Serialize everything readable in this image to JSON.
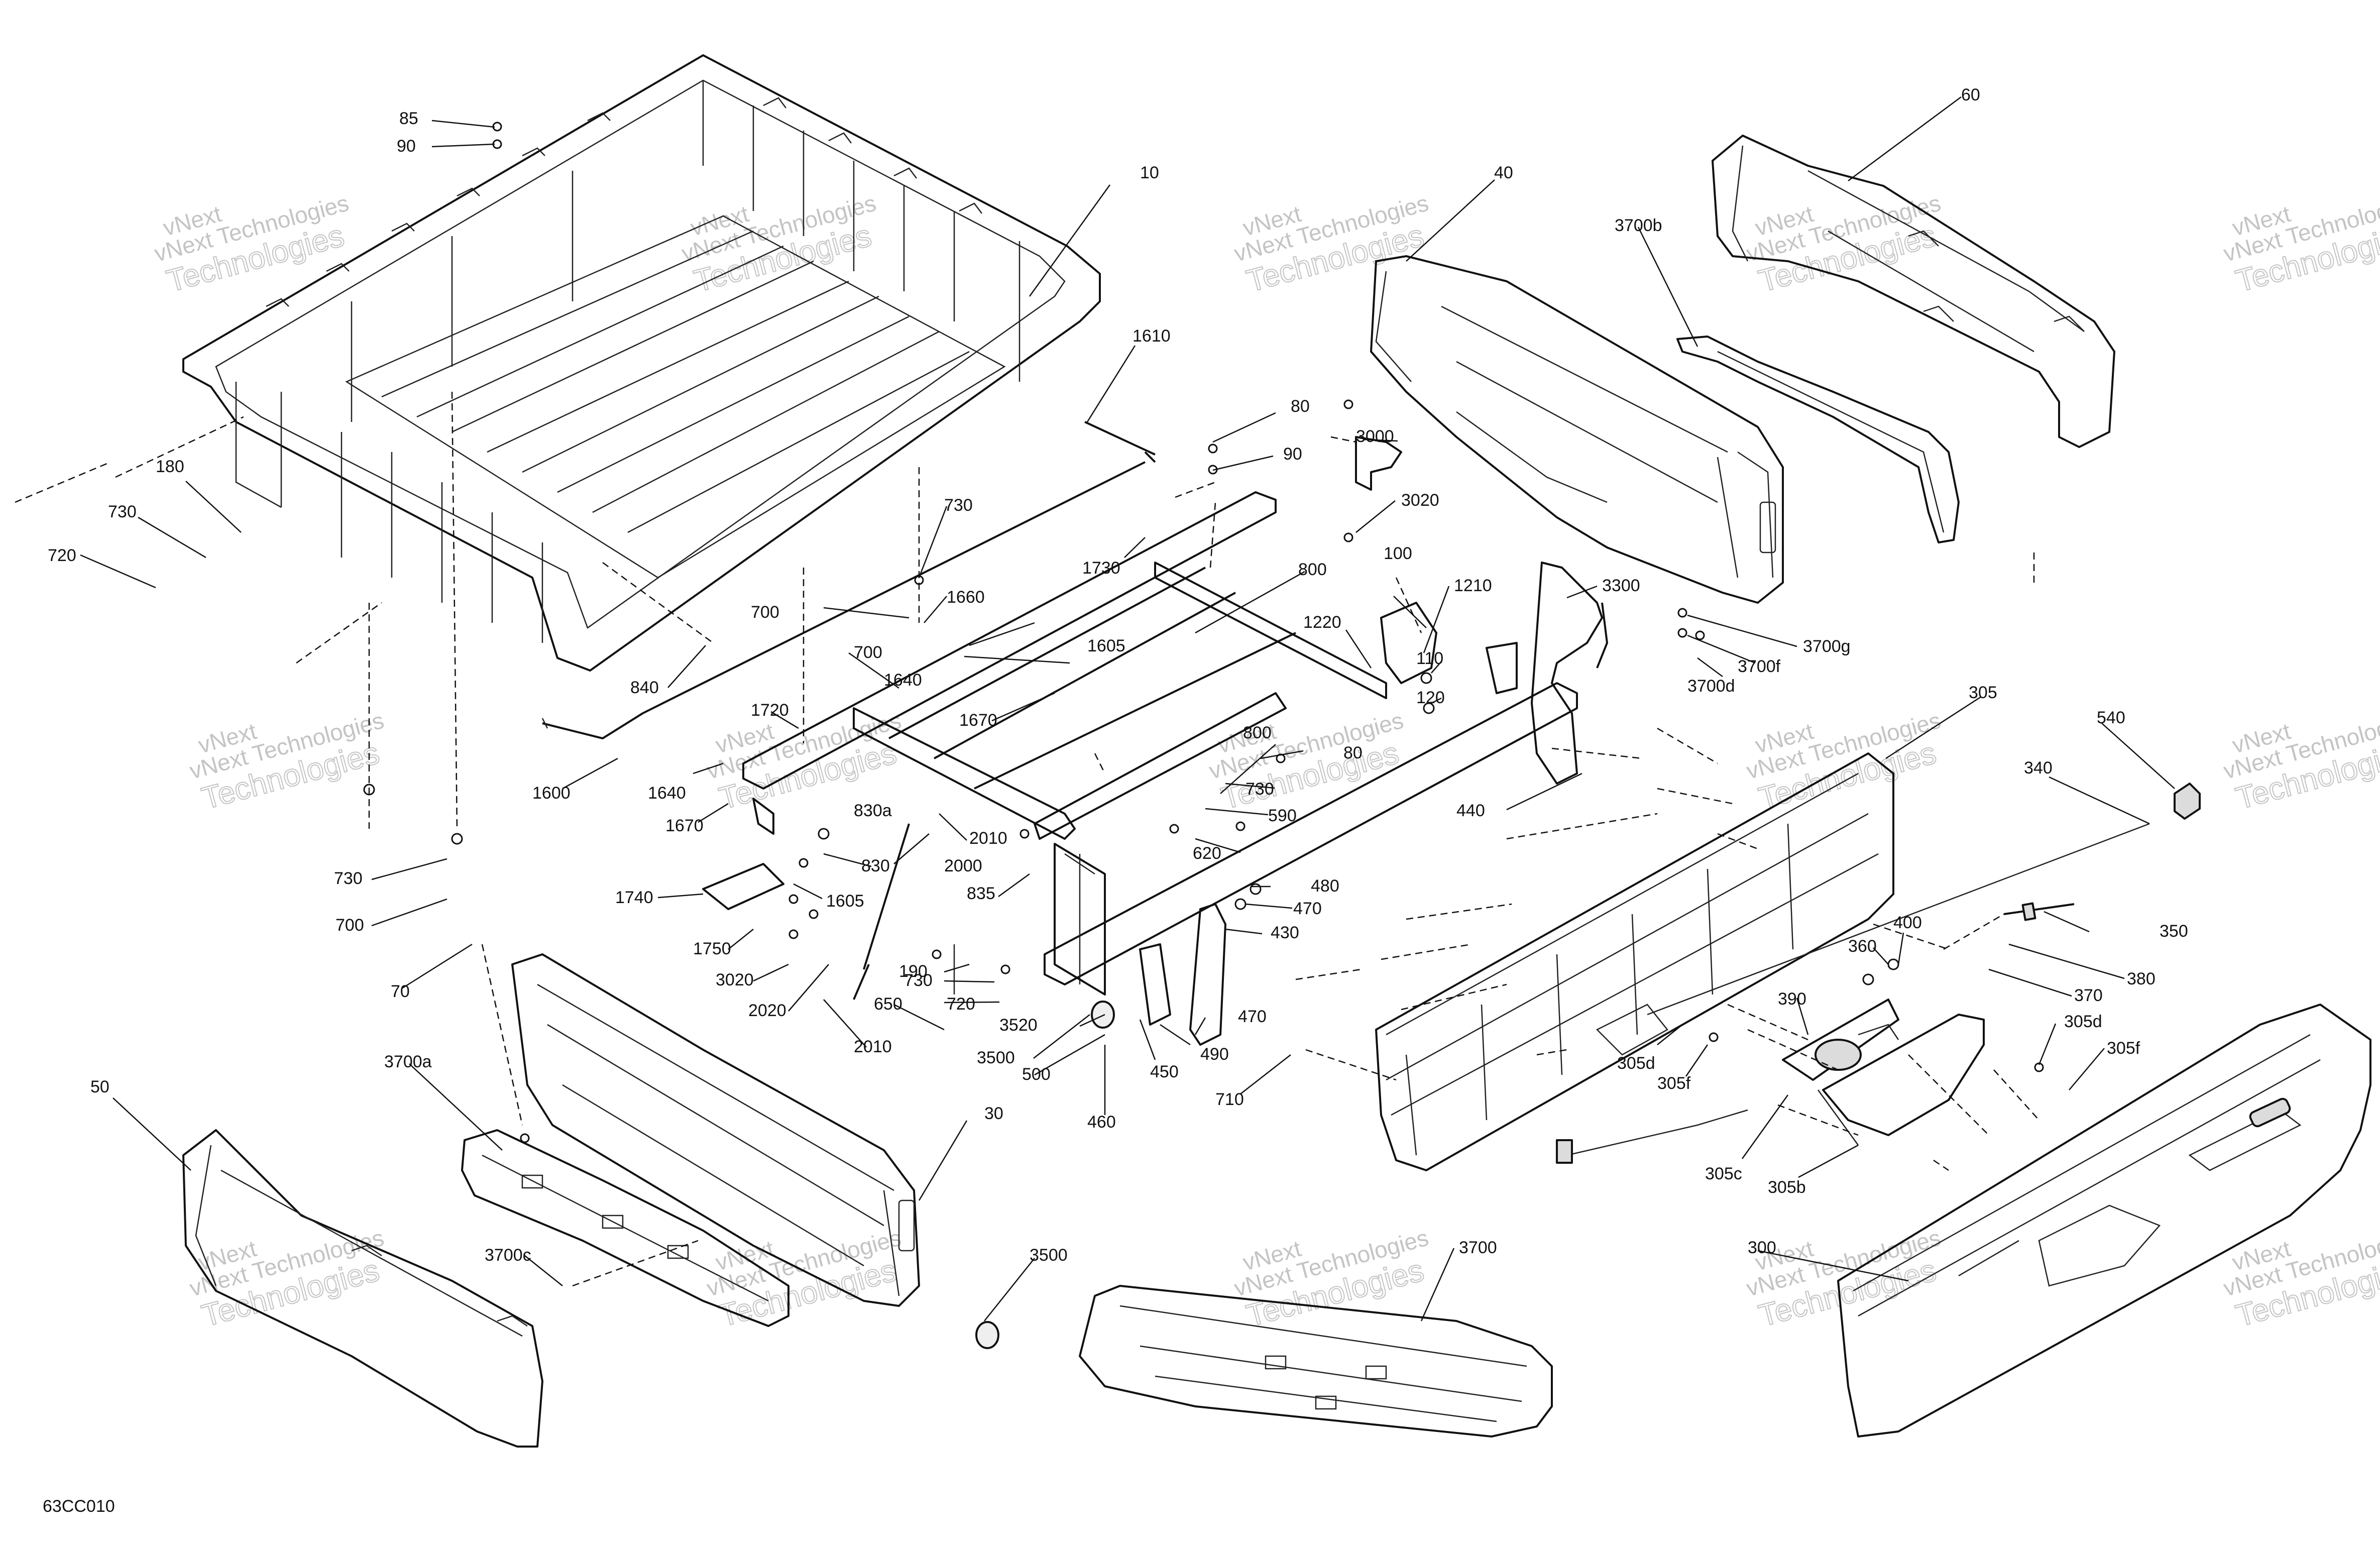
{
  "watermark": {
    "line1": "vNext",
    "line2": "vNext Technologies",
    "line3": "Technologies"
  },
  "figure_code": "63CC010",
  "callouts": {
    "c10": "10",
    "c85": "85",
    "c90a": "90",
    "c180": "180",
    "c730a": "730",
    "c720a": "720",
    "c1610": "1610",
    "c80a": "80",
    "c90b": "90",
    "c40": "40",
    "c60": "60",
    "c3700b": "3700b",
    "c3000": "3000",
    "c3020a": "3020",
    "c730b": "730",
    "c1660": "1660",
    "c700a": "700",
    "c1730": "1730",
    "c800a": "800",
    "c100": "100",
    "c1210": "1210",
    "c3300": "3300",
    "c3700g": "3700g",
    "c3700f": "3700f",
    "c3700d": "3700d",
    "c1220": "1220",
    "c110": "110",
    "c120": "120",
    "c700b": "700",
    "c1640a": "1640",
    "c1605a": "1605",
    "c1670a": "1670",
    "c840": "840",
    "c1720": "1720",
    "c1600": "1600",
    "c1640b": "1640",
    "c1670b": "1670",
    "c830a": "830a",
    "c800b": "800",
    "c80b": "80",
    "c730c": "730",
    "c590": "590",
    "c305": "305",
    "c440": "440",
    "c540": "540",
    "c340": "340",
    "c2010a": "2010",
    "c620": "620",
    "c830": "830",
    "c2000": "2000",
    "c835": "835",
    "c480": "480",
    "c470a": "470",
    "c430": "430",
    "c1740": "1740",
    "c1605b": "1605",
    "c1750": "1750",
    "c3020b": "3020",
    "c730d": "730",
    "c700c": "700",
    "c70": "70",
    "c190": "190",
    "c730e": "730",
    "c720b": "720",
    "c650": "650",
    "c3520": "3520",
    "c2020": "2020",
    "c2010b": "2010",
    "c3500a": "3500",
    "c500": "500",
    "c450": "450",
    "c490": "490",
    "c470b": "470",
    "c460": "460",
    "c710": "710",
    "c400": "400",
    "c350": "350",
    "c360": "360",
    "c380": "380",
    "c370": "370",
    "c390": "390",
    "c305d_a": "305d",
    "c305f_a": "305f",
    "c305d_b": "305d",
    "c305f_b": "305f",
    "c305c": "305c",
    "c305b": "305b",
    "c50": "50",
    "c3700a": "3700a",
    "c30": "30",
    "c3700c": "3700c",
    "c3500b": "3500",
    "c3700": "3700",
    "c300": "300"
  }
}
